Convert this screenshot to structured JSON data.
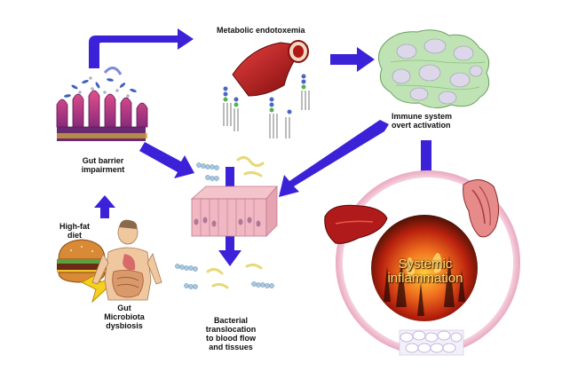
{
  "labels": {
    "metabolic_endotoxemia": "Metabolic endotoxemia",
    "immune_line1": "Immune system",
    "immune_line2": "overt activation",
    "gut_barrier_line1": "Gut barrier",
    "gut_barrier_line2": "impairment",
    "high_fat_line1": "High-fat",
    "high_fat_line2": "diet",
    "dysbiosis_line1": "Gut",
    "dysbiosis_line2": "Microbiota",
    "dysbiosis_line3": "dysbiosis",
    "bacterial_line1": "Bacterial",
    "bacterial_line2": "translocation",
    "bacterial_line3": "to blood flow",
    "bacterial_line4": "and tissues",
    "systemic_line1": "Systemic",
    "systemic_line2": "inflammation"
  },
  "colors": {
    "arrow": "#3b22d9",
    "ring": "#f2c6d6",
    "fire": "#d8351a"
  }
}
